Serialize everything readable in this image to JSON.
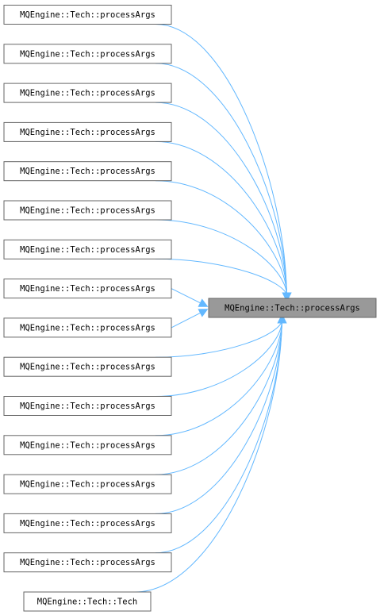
{
  "graph": {
    "target": {
      "label": "MQEngine::Tech::processArgs"
    },
    "callers": [
      {
        "label": "MQEngine::Tech::processArgs"
      },
      {
        "label": "MQEngine::Tech::processArgs"
      },
      {
        "label": "MQEngine::Tech::processArgs"
      },
      {
        "label": "MQEngine::Tech::processArgs"
      },
      {
        "label": "MQEngine::Tech::processArgs"
      },
      {
        "label": "MQEngine::Tech::processArgs"
      },
      {
        "label": "MQEngine::Tech::processArgs"
      },
      {
        "label": "MQEngine::Tech::processArgs"
      },
      {
        "label": "MQEngine::Tech::processArgs"
      },
      {
        "label": "MQEngine::Tech::processArgs"
      },
      {
        "label": "MQEngine::Tech::processArgs"
      },
      {
        "label": "MQEngine::Tech::processArgs"
      },
      {
        "label": "MQEngine::Tech::processArgs"
      },
      {
        "label": "MQEngine::Tech::processArgs"
      },
      {
        "label": "MQEngine::Tech::processArgs"
      },
      {
        "label": "MQEngine::Tech::Tech"
      }
    ],
    "colors": {
      "edge": "#63b8ff",
      "node_border": "#666666",
      "focus_fill": "#999999"
    }
  }
}
